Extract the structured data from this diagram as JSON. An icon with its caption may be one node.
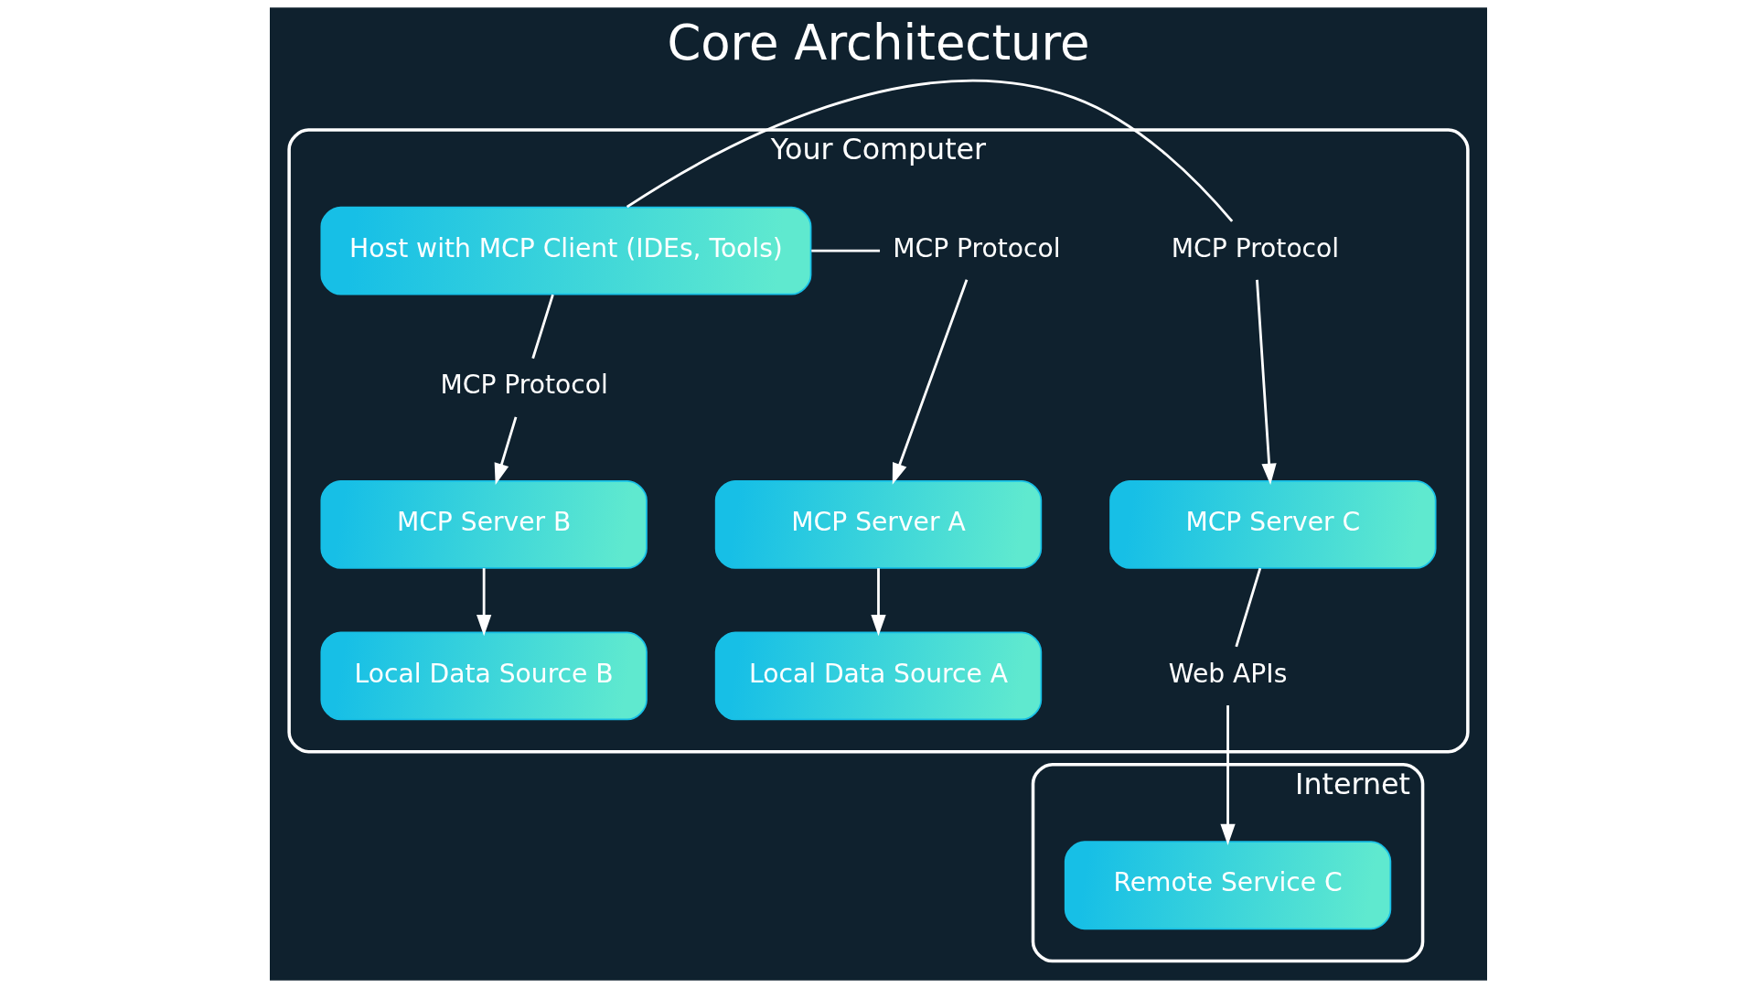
{
  "diagram": {
    "title": "Core Architecture",
    "nodes": [
      {
        "text": [
          "Your Computer"
        ]
      },
      {
        "text": [
          "Host with MCP Client (IDEs, Tools)"
        ],
        "in": 0
      },
      {
        "text": [
          "MCP Protocol"
        ],
        "in": 0
      },
      {
        "text": [
          "MCP Protocol"
        ],
        "in": 0
      },
      {
        "text": [
          "MCP Protocol"
        ],
        "in": 0
      },
      {
        "text": [
          "MCP Server A"
        ],
        "in": 0
      },
      {
        "text": [
          "MCP Server B"
        ],
        "in": 0
      },
      {
        "text": [
          "MCP Server C"
        ],
        "in": 0
      },
      {
        "text": [
          "Local Data Source A"
        ],
        "in": 0
      },
      {
        "text": [
          "Local Data Source B"
        ],
        "in": 0
      },
      {
        "text": [
          "Web APIs"
        ],
        "in": 0
      },
      {
        "text": [
          "Internet"
        ]
      },
      {
        "text": [
          "Remote Service C"
        ],
        "in": 11
      }
    ],
    "edges": [
      {
        "from": 1,
        "to": 2,
        "arrow": "none"
      },
      {
        "from": 2,
        "to": 5,
        "arrow": "to"
      },
      {
        "from": 1,
        "to": 4,
        "arrow": "none"
      },
      {
        "from": 4,
        "to": 6,
        "arrow": "to"
      },
      {
        "from": 1,
        "to": 3,
        "arrow": "none"
      },
      {
        "from": 3,
        "to": 7,
        "arrow": "to"
      },
      {
        "from": 5,
        "to": 8,
        "arrow": "to"
      },
      {
        "from": 6,
        "to": 9,
        "arrow": "to"
      },
      {
        "from": 7,
        "to": 10,
        "arrow": "none"
      },
      {
        "from": 10,
        "to": 12,
        "arrow": "to"
      }
    ]
  }
}
